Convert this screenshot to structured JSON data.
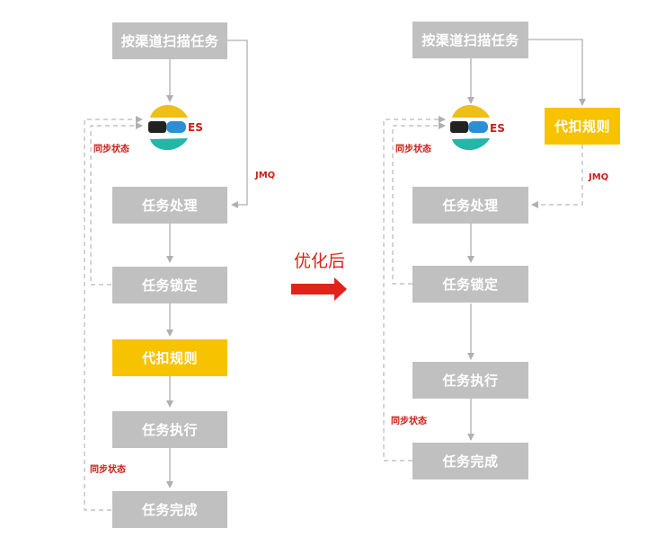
{
  "left": {
    "scan_task": "按渠道扫描任务",
    "es": "ES",
    "task_process": "任务处理",
    "task_lock": "任务锁定",
    "deduct_rule": "代扣规则",
    "task_execute": "任务执行",
    "task_complete": "任务完成",
    "sync_status_1": "同步状态",
    "sync_status_2": "同步状态",
    "jmq": "JMQ"
  },
  "middle": {
    "label": "优化后"
  },
  "right": {
    "scan_task": "按渠道扫描任务",
    "es": "ES",
    "deduct_rule": "代扣规则",
    "jmq": "JMQ",
    "task_process": "任务处理",
    "task_lock": "任务锁定",
    "task_execute": "任务执行",
    "task_complete": "任务完成",
    "sync_status_1": "同步状态",
    "sync_status_2": "同步状态"
  },
  "colors": {
    "box_grey": "#c0c0c0",
    "box_yellow": "#f7c300",
    "accent_red": "#d8231b",
    "line_grey": "#b0b0b0"
  },
  "icons": {
    "elasticsearch": "elasticsearch-logo-icon",
    "arrow": "right-arrow-icon"
  }
}
